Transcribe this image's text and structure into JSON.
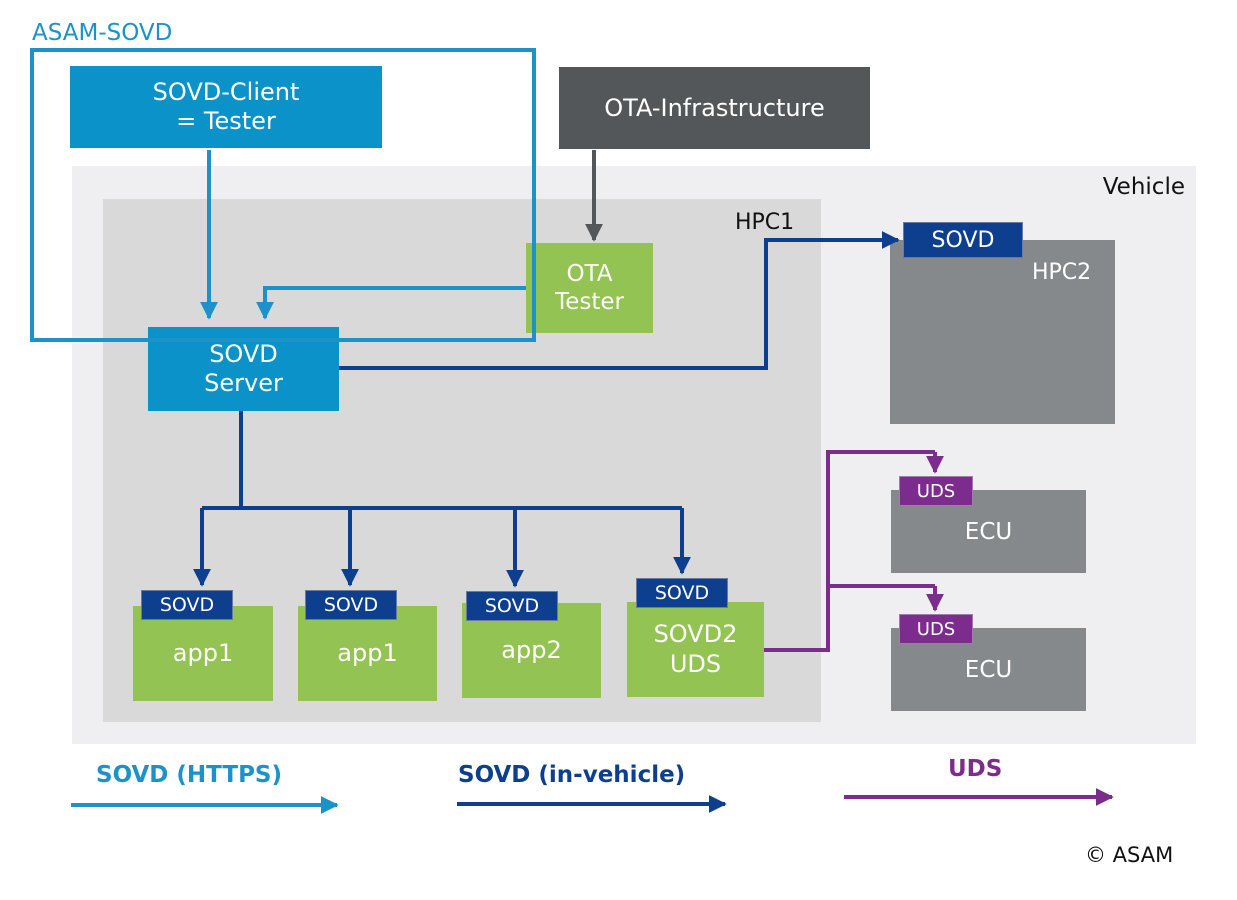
{
  "title_label": "ASAM-SOVD",
  "vehicle_label": "Vehicle",
  "hpc1_label": "HPC1",
  "hpc2_label": "HPC2",
  "client_label": "SOVD-Client\n= Tester",
  "ota_infra_label": "OTA-Infrastructure",
  "ota_tester_label": "OTA\nTester",
  "server_label": "SOVD\nServer",
  "hpc2_tag": "SOVD",
  "ecus": [
    {
      "tag": "UDS",
      "label": "ECU"
    },
    {
      "tag": "UDS",
      "label": "ECU"
    }
  ],
  "apps": [
    {
      "tag": "SOVD",
      "label": "app1"
    },
    {
      "tag": "SOVD",
      "label": "app1"
    },
    {
      "tag": "SOVD",
      "label": "app2"
    },
    {
      "tag": "SOVD",
      "label": "SOVD2\nUDS"
    }
  ],
  "legend": {
    "https": "SOVD (HTTPS)",
    "in_vehicle": "SOVD (in-vehicle)",
    "uds": "UDS"
  },
  "copyright": "© ASAM",
  "colors": {
    "https": "#1d92c9",
    "in_vehicle": "#0e3f8f",
    "uds": "#7b2c8c",
    "ota": "#545759",
    "app_green": "#93c353",
    "box_gray": "#85898b"
  }
}
